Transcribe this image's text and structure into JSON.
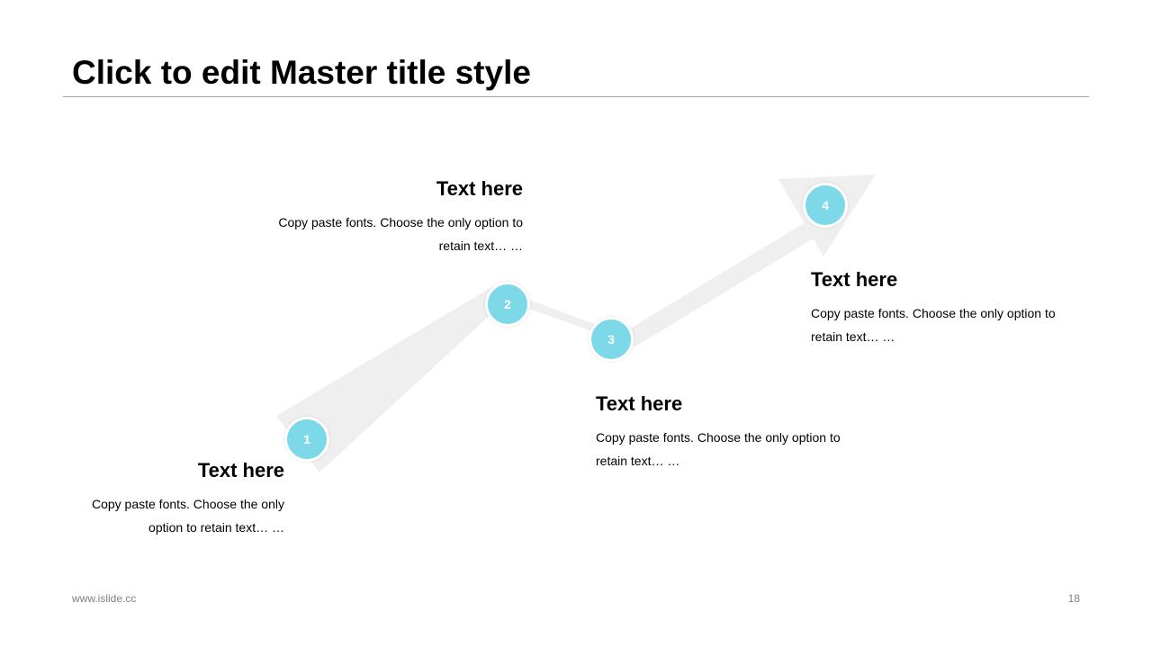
{
  "slide": {
    "title": "Click to edit Master title style"
  },
  "steps": [
    {
      "number": "1",
      "heading": "Text here",
      "body": "Copy paste fonts. Choose the only option to retain text… …"
    },
    {
      "number": "2",
      "heading": "Text here",
      "body": "Copy paste fonts. Choose the only option to retain text… …"
    },
    {
      "number": "3",
      "heading": "Text here",
      "body": "Copy paste fonts. Choose the only option to retain text… …"
    },
    {
      "number": "4",
      "heading": "Text here",
      "body": "Copy paste fonts. Choose the only option to retain text… …"
    }
  ],
  "footer": {
    "website": "www.islide.cc",
    "page_number": "18"
  },
  "colors": {
    "marker": "#7dd9e8",
    "arrow": "#efefef",
    "rule": "#a6a6a6"
  }
}
